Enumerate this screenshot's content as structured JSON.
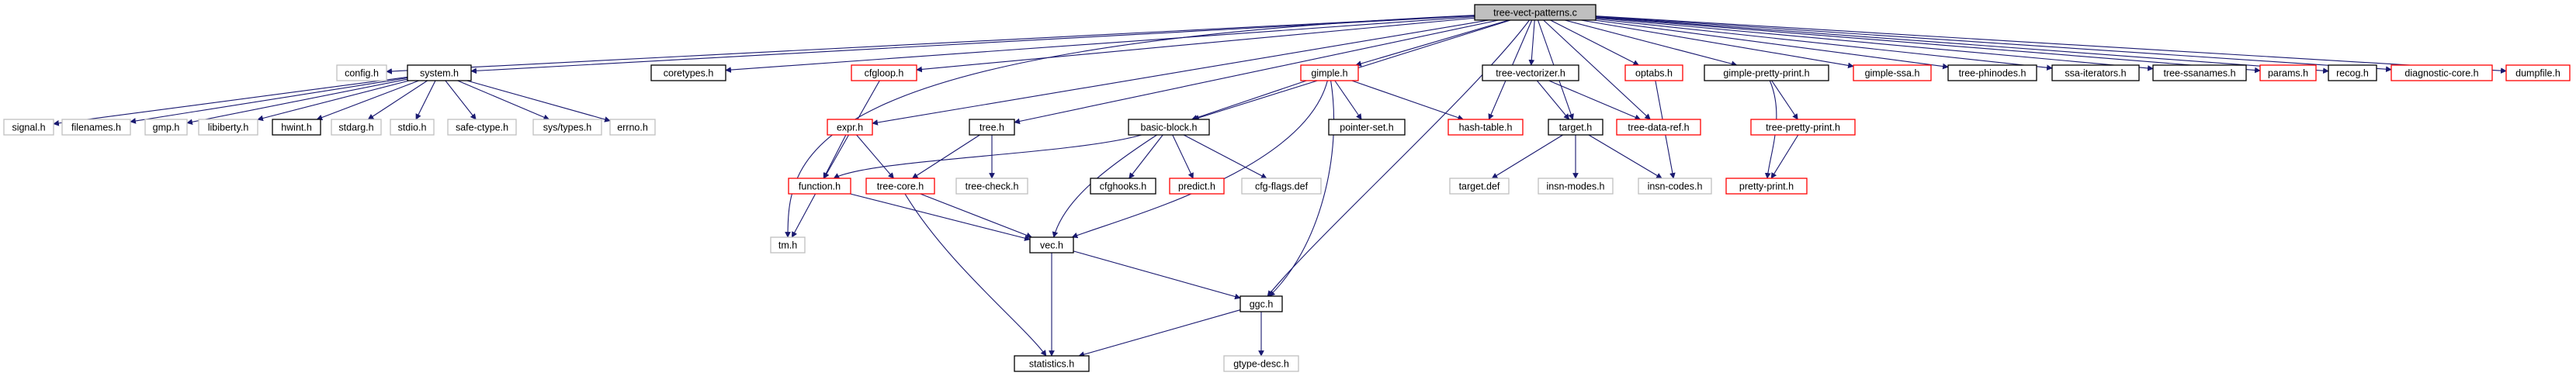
{
  "colors": {
    "edge": "#191970",
    "root_fill": "#bfbfbf",
    "root_border": "#000000",
    "documented_border": "#000000",
    "incomplete_border": "#ff0000",
    "undocumented_border": "#bfbfbf"
  },
  "nodes": [
    {
      "id": "tree-vect-patterns.c",
      "label": "tree-vect-patterns.c",
      "kind": "root"
    },
    {
      "id": "config.h",
      "label": "config.h",
      "kind": "undocumented"
    },
    {
      "id": "system.h",
      "label": "system.h",
      "kind": "documented"
    },
    {
      "id": "coretypes.h",
      "label": "coretypes.h",
      "kind": "documented"
    },
    {
      "id": "cfgloop.h",
      "label": "cfgloop.h",
      "kind": "incomplete"
    },
    {
      "id": "gimple.h",
      "label": "gimple.h",
      "kind": "incomplete"
    },
    {
      "id": "tree-vectorizer.h",
      "label": "tree-vectorizer.h",
      "kind": "documented"
    },
    {
      "id": "optabs.h",
      "label": "optabs.h",
      "kind": "incomplete"
    },
    {
      "id": "gimple-pretty-print.h",
      "label": "gimple-pretty-print.h",
      "kind": "documented"
    },
    {
      "id": "gimple-ssa.h",
      "label": "gimple-ssa.h",
      "kind": "incomplete"
    },
    {
      "id": "tree-phinodes.h",
      "label": "tree-phinodes.h",
      "kind": "documented"
    },
    {
      "id": "ssa-iterators.h",
      "label": "ssa-iterators.h",
      "kind": "documented"
    },
    {
      "id": "tree-ssanames.h",
      "label": "tree-ssanames.h",
      "kind": "documented"
    },
    {
      "id": "params.h",
      "label": "params.h",
      "kind": "incomplete"
    },
    {
      "id": "recog.h",
      "label": "recog.h",
      "kind": "documented"
    },
    {
      "id": "diagnostic-core.h",
      "label": "diagnostic-core.h",
      "kind": "incomplete"
    },
    {
      "id": "dumpfile.h",
      "label": "dumpfile.h",
      "kind": "incomplete"
    },
    {
      "id": "signal.h",
      "label": "signal.h",
      "kind": "undocumented"
    },
    {
      "id": "filenames.h",
      "label": "filenames.h",
      "kind": "undocumented"
    },
    {
      "id": "gmp.h",
      "label": "gmp.h",
      "kind": "undocumented"
    },
    {
      "id": "libiberty.h",
      "label": "libiberty.h",
      "kind": "undocumented"
    },
    {
      "id": "hwint.h",
      "label": "hwint.h",
      "kind": "documented"
    },
    {
      "id": "stdarg.h",
      "label": "stdarg.h",
      "kind": "undocumented"
    },
    {
      "id": "stdio.h",
      "label": "stdio.h",
      "kind": "undocumented"
    },
    {
      "id": "safe-ctype.h",
      "label": "safe-ctype.h",
      "kind": "undocumented"
    },
    {
      "id": "sys/types.h",
      "label": "sys/types.h",
      "kind": "undocumented"
    },
    {
      "id": "errno.h",
      "label": "errno.h",
      "kind": "undocumented"
    },
    {
      "id": "expr.h",
      "label": "expr.h",
      "kind": "incomplete"
    },
    {
      "id": "tree.h",
      "label": "tree.h",
      "kind": "documented"
    },
    {
      "id": "basic-block.h",
      "label": "basic-block.h",
      "kind": "documented"
    },
    {
      "id": "pointer-set.h",
      "label": "pointer-set.h",
      "kind": "documented"
    },
    {
      "id": "hash-table.h",
      "label": "hash-table.h",
      "kind": "incomplete"
    },
    {
      "id": "target.h",
      "label": "target.h",
      "kind": "documented"
    },
    {
      "id": "tree-data-ref.h",
      "label": "tree-data-ref.h",
      "kind": "incomplete"
    },
    {
      "id": "tree-pretty-print.h",
      "label": "tree-pretty-print.h",
      "kind": "incomplete"
    },
    {
      "id": "function.h",
      "label": "function.h",
      "kind": "incomplete"
    },
    {
      "id": "tree-core.h",
      "label": "tree-core.h",
      "kind": "incomplete"
    },
    {
      "id": "tree-check.h",
      "label": "tree-check.h",
      "kind": "undocumented"
    },
    {
      "id": "cfghooks.h",
      "label": "cfghooks.h",
      "kind": "documented"
    },
    {
      "id": "predict.h",
      "label": "predict.h",
      "kind": "incomplete"
    },
    {
      "id": "cfg-flags.def",
      "label": "cfg-flags.def",
      "kind": "undocumented"
    },
    {
      "id": "target.def",
      "label": "target.def",
      "kind": "undocumented"
    },
    {
      "id": "insn-modes.h",
      "label": "insn-modes.h",
      "kind": "undocumented"
    },
    {
      "id": "insn-codes.h",
      "label": "insn-codes.h",
      "kind": "undocumented"
    },
    {
      "id": "pretty-print.h",
      "label": "pretty-print.h",
      "kind": "incomplete"
    },
    {
      "id": "tm.h",
      "label": "tm.h",
      "kind": "undocumented"
    },
    {
      "id": "vec.h",
      "label": "vec.h",
      "kind": "documented"
    },
    {
      "id": "ggc.h",
      "label": "ggc.h",
      "kind": "documented"
    },
    {
      "id": "statistics.h",
      "label": "statistics.h",
      "kind": "documented"
    },
    {
      "id": "gtype-desc.h",
      "label": "gtype-desc.h",
      "kind": "undocumented"
    }
  ],
  "edges": [
    [
      "tree-vect-patterns.c",
      "config.h"
    ],
    [
      "tree-vect-patterns.c",
      "system.h"
    ],
    [
      "tree-vect-patterns.c",
      "coretypes.h"
    ],
    [
      "tree-vect-patterns.c",
      "cfgloop.h"
    ],
    [
      "tree-vect-patterns.c",
      "gimple.h"
    ],
    [
      "tree-vect-patterns.c",
      "tree-vectorizer.h"
    ],
    [
      "tree-vect-patterns.c",
      "optabs.h"
    ],
    [
      "tree-vect-patterns.c",
      "gimple-pretty-print.h"
    ],
    [
      "tree-vect-patterns.c",
      "gimple-ssa.h"
    ],
    [
      "tree-vect-patterns.c",
      "tree-phinodes.h"
    ],
    [
      "tree-vect-patterns.c",
      "ssa-iterators.h"
    ],
    [
      "tree-vect-patterns.c",
      "tree-ssanames.h"
    ],
    [
      "tree-vect-patterns.c",
      "params.h"
    ],
    [
      "tree-vect-patterns.c",
      "recog.h"
    ],
    [
      "tree-vect-patterns.c",
      "diagnostic-core.h"
    ],
    [
      "tree-vect-patterns.c",
      "dumpfile.h"
    ],
    [
      "tree-vect-patterns.c",
      "tm.h"
    ],
    [
      "tree-vect-patterns.c",
      "expr.h"
    ],
    [
      "tree-vect-patterns.c",
      "tree.h"
    ],
    [
      "tree-vect-patterns.c",
      "basic-block.h"
    ],
    [
      "tree-vect-patterns.c",
      "hash-table.h"
    ],
    [
      "tree-vect-patterns.c",
      "target.h"
    ],
    [
      "tree-vect-patterns.c",
      "tree-data-ref.h"
    ],
    [
      "tree-vect-patterns.c",
      "ggc.h"
    ],
    [
      "system.h",
      "signal.h"
    ],
    [
      "system.h",
      "filenames.h"
    ],
    [
      "system.h",
      "gmp.h"
    ],
    [
      "system.h",
      "libiberty.h"
    ],
    [
      "system.h",
      "hwint.h"
    ],
    [
      "system.h",
      "stdarg.h"
    ],
    [
      "system.h",
      "stdio.h"
    ],
    [
      "system.h",
      "safe-ctype.h"
    ],
    [
      "system.h",
      "sys/types.h"
    ],
    [
      "system.h",
      "errno.h"
    ],
    [
      "cfgloop.h",
      "function.h"
    ],
    [
      "expr.h",
      "function.h"
    ],
    [
      "expr.h",
      "tree-core.h"
    ],
    [
      "tree.h",
      "tree-core.h"
    ],
    [
      "tree.h",
      "tree-check.h"
    ],
    [
      "gimple.h",
      "basic-block.h"
    ],
    [
      "gimple.h",
      "pointer-set.h"
    ],
    [
      "gimple.h",
      "hash-table.h"
    ],
    [
      "gimple.h",
      "vec.h"
    ],
    [
      "gimple.h",
      "ggc.h"
    ],
    [
      "basic-block.h",
      "function.h"
    ],
    [
      "basic-block.h",
      "cfghooks.h"
    ],
    [
      "basic-block.h",
      "predict.h"
    ],
    [
      "basic-block.h",
      "cfg-flags.def"
    ],
    [
      "basic-block.h",
      "vec.h"
    ],
    [
      "tree-vectorizer.h",
      "target.h"
    ],
    [
      "tree-vectorizer.h",
      "tree-data-ref.h"
    ],
    [
      "target.h",
      "target.def"
    ],
    [
      "target.h",
      "insn-modes.h"
    ],
    [
      "target.h",
      "insn-codes.h"
    ],
    [
      "optabs.h",
      "insn-codes.h"
    ],
    [
      "gimple-pretty-print.h",
      "tree-pretty-print.h"
    ],
    [
      "gimple-pretty-print.h",
      "pretty-print.h"
    ],
    [
      "tree-pretty-print.h",
      "pretty-print.h"
    ],
    [
      "function.h",
      "tm.h"
    ],
    [
      "function.h",
      "vec.h"
    ],
    [
      "tree-core.h",
      "vec.h"
    ],
    [
      "tree-core.h",
      "statistics.h"
    ],
    [
      "vec.h",
      "ggc.h"
    ],
    [
      "vec.h",
      "statistics.h"
    ],
    [
      "ggc.h",
      "statistics.h"
    ],
    [
      "ggc.h",
      "gtype-desc.h"
    ]
  ]
}
